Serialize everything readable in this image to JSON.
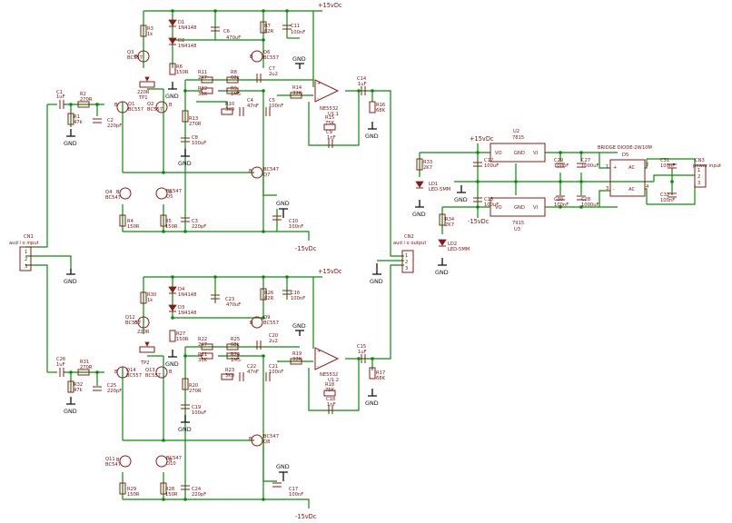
{
  "power": {
    "vpos": "+15vDc",
    "vneg": "-15vDc",
    "gnd": "GND"
  },
  "channel_top": {
    "cn1": {
      "ref": "CN1",
      "desc": "aud i o input",
      "pins": [
        "1",
        "2",
        "3"
      ]
    },
    "d1": {
      "ref": "D1",
      "val": "1N4148"
    },
    "d2": {
      "ref": "D2",
      "val": "1N4148"
    },
    "r3": {
      "ref": "R3",
      "val": "1k"
    },
    "q3": {
      "ref": "Q3",
      "val": "BC557"
    },
    "r6": {
      "ref": "R6",
      "val": "150R"
    },
    "c6": {
      "ref": "C6",
      "val": "470uF"
    },
    "r7": {
      "ref": "R7",
      "val": "82R"
    },
    "c11": {
      "ref": "C11",
      "val": "100nF"
    },
    "q6": {
      "ref": "Q6",
      "val": "BC557"
    },
    "tp1": {
      "ref": "TP1",
      "val": "220R"
    },
    "c1": {
      "ref": "C1",
      "val": "1uF"
    },
    "r2": {
      "ref": "R2",
      "val": "270R"
    },
    "r1": {
      "ref": "R1",
      "val": "47k"
    },
    "c2": {
      "ref": "C2",
      "val": "220pF"
    },
    "q1": {
      "ref": "Q1",
      "val": "BC557"
    },
    "q2": {
      "ref": "Q2",
      "val": "BC557"
    },
    "r11": {
      "ref": "R11",
      "val": "2K7"
    },
    "r12": {
      "ref": "R12",
      "val": "33K"
    },
    "r13": {
      "ref": "R13",
      "val": "270R"
    },
    "r8": {
      "ref": "R8",
      "val": "68k"
    },
    "r9": {
      "ref": "R9",
      "val": "1M5"
    },
    "c7": {
      "ref": "C7",
      "val": "2u2"
    },
    "c4": {
      "ref": "C4",
      "val": "47nF"
    },
    "r10": {
      "ref": "R10",
      "val": "3K9"
    },
    "c5": {
      "ref": "C5",
      "val": "100nF"
    },
    "r14": {
      "ref": "R14",
      "val": "33K"
    },
    "u1": {
      "ref": "U1.1",
      "val": "NE5532"
    },
    "c14": {
      "ref": "C14",
      "val": "1uF"
    },
    "r16": {
      "ref": "R16",
      "val": "68K"
    },
    "r15": {
      "ref": "R15",
      "val": "75K"
    },
    "c9": {
      "ref": "C9",
      "val": "1nF"
    },
    "c8": {
      "ref": "C8",
      "val": "100uF"
    },
    "q7": {
      "ref": "Q7",
      "val": "BC547"
    },
    "q4": {
      "ref": "Q4",
      "val": "BC547"
    },
    "q5": {
      "ref": "Q5",
      "val": "BC547"
    },
    "r4": {
      "ref": "R4",
      "val": "150R"
    },
    "r5": {
      "ref": "R5",
      "val": "150R"
    },
    "c3": {
      "ref": "C3",
      "val": "220pF"
    },
    "c10": {
      "ref": "C10",
      "val": "100nF"
    },
    "cn2": {
      "ref": "CN2",
      "desc": "aud i o output",
      "pins": [
        "1",
        "2",
        "3"
      ]
    }
  },
  "channel_bottom": {
    "d4": {
      "ref": "D4",
      "val": "1N4148"
    },
    "d3": {
      "ref": "D3",
      "val": "1N4148"
    },
    "r30": {
      "ref": "R30",
      "val": "1k"
    },
    "q12": {
      "ref": "Q12",
      "val": "BC557"
    },
    "r27": {
      "ref": "R27",
      "val": "150R"
    },
    "c23": {
      "ref": "C23",
      "val": "470uF"
    },
    "r26": {
      "ref": "R26",
      "val": "82R"
    },
    "c16": {
      "ref": "C16",
      "val": "100nF"
    },
    "q9": {
      "ref": "Q9",
      "val": "BC557"
    },
    "tp2": {
      "ref": "TP2",
      "val": "220R"
    },
    "c26": {
      "ref": "C26",
      "val": "1uF"
    },
    "r31": {
      "ref": "R31",
      "val": "270R"
    },
    "r32": {
      "ref": "R32",
      "val": "47k"
    },
    "c25": {
      "ref": "C25",
      "val": "220pF"
    },
    "q14": {
      "ref": "Q14",
      "val": "BC557"
    },
    "q13": {
      "ref": "Q13",
      "val": "BC557"
    },
    "r22": {
      "ref": "R22",
      "val": "2K7"
    },
    "r21": {
      "ref": "R21",
      "val": "33K"
    },
    "r20": {
      "ref": "R20",
      "val": "270R"
    },
    "r25": {
      "ref": "R25",
      "val": "68k"
    },
    "r24": {
      "ref": "R24",
      "val": "1M5"
    },
    "c20": {
      "ref": "C20",
      "val": "2u2"
    },
    "c22": {
      "ref": "C22",
      "val": "47nF"
    },
    "r23": {
      "ref": "R23",
      "val": "3K9"
    },
    "c21": {
      "ref": "C21",
      "val": "100nF"
    },
    "r19": {
      "ref": "R19",
      "val": "33K"
    },
    "u12": {
      "ref": "U1.2",
      "val": "NE5532"
    },
    "c15": {
      "ref": "C15",
      "val": "1uF"
    },
    "r17": {
      "ref": "R17",
      "val": "68K"
    },
    "r18": {
      "ref": "R18",
      "val": "75K"
    },
    "c18": {
      "ref": "C18",
      "val": "1nF"
    },
    "c19": {
      "ref": "C19",
      "val": "100uF"
    },
    "q8": {
      "ref": "Q8",
      "val": "BC547"
    },
    "q11": {
      "ref": "Q11",
      "val": "BC547"
    },
    "q10": {
      "ref": "Q10",
      "val": "BC547"
    },
    "r29": {
      "ref": "R29",
      "val": "150R"
    },
    "r28": {
      "ref": "R28",
      "val": "150R"
    },
    "c24": {
      "ref": "C24",
      "val": "220pF"
    },
    "c17": {
      "ref": "C17",
      "val": "100nF"
    }
  },
  "psu": {
    "u2": {
      "ref": "U2",
      "val": "7815",
      "pins": [
        "VO",
        "GND",
        "VI"
      ]
    },
    "u3": {
      "ref": "U3",
      "val": "7915",
      "pins": [
        "VO",
        "GND",
        "VI"
      ]
    },
    "d5": {
      "ref": "D5",
      "val": "BRIDGE DIODE-2W10M",
      "pins": [
        "+",
        "AC",
        "-",
        "AC"
      ],
      "pin_numbers": [
        "1",
        "2",
        "3",
        "4"
      ]
    },
    "cn3": {
      "ref": "CN3",
      "desc": "power input",
      "pins": [
        "1",
        "2",
        "3"
      ]
    },
    "r33": {
      "ref": "R33",
      "val": "2K7"
    },
    "ld1": {
      "ref": "LD1",
      "val": "LED-5MM"
    },
    "r34": {
      "ref": "R34",
      "val": "2K7"
    },
    "ld2": {
      "ref": "LD2",
      "val": "LED-5MM"
    },
    "c12": {
      "ref": "C12",
      "val": "100uF"
    },
    "c13": {
      "ref": "C13",
      "val": "100uF"
    },
    "c29": {
      "ref": "C29",
      "val": "100nF"
    },
    "c27": {
      "ref": "C27",
      "val": "1000uF"
    },
    "c30": {
      "ref": "C30",
      "val": "100nF"
    },
    "c28": {
      "ref": "C28",
      "val": "1000uF"
    },
    "c31": {
      "ref": "C31",
      "val": "100nF"
    },
    "c32": {
      "ref": "C32",
      "val": "100nF"
    }
  },
  "pin_labels": {
    "b": "B",
    "c": "C",
    "e": "E"
  }
}
